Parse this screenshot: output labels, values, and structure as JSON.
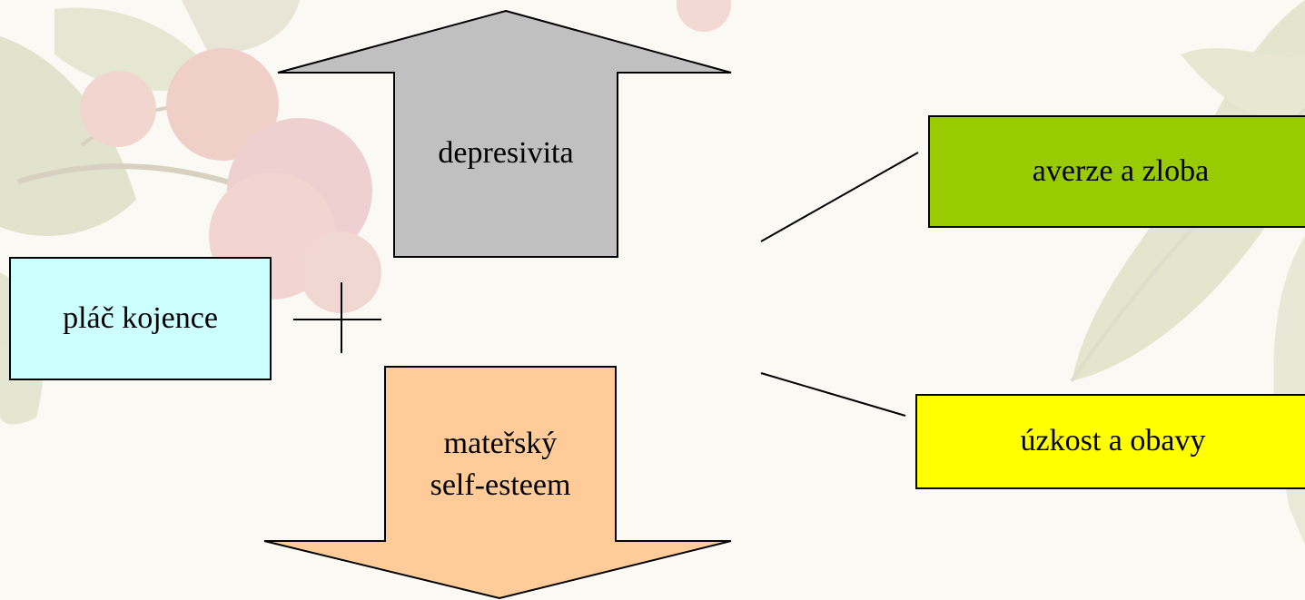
{
  "diagram": {
    "nodes": {
      "cry": "pláč kojence",
      "depression": "depresivita",
      "self_esteem_line1": "mateřský",
      "self_esteem_line2": "self-esteem",
      "anger": "averze a zloba",
      "anxiety": "úzkost a obavy"
    },
    "arrows": {
      "depression_direction": "up",
      "self_esteem_direction": "down"
    },
    "colors": {
      "cry_box": "#ccffff",
      "depression_arrow": "#c0c0c0",
      "self_esteem_arrow": "#ffcc99",
      "anger_box": "#99cc00",
      "anxiety_box": "#ffff00",
      "outline": "#000000"
    },
    "background": "blackberry-leaves-watermark"
  }
}
